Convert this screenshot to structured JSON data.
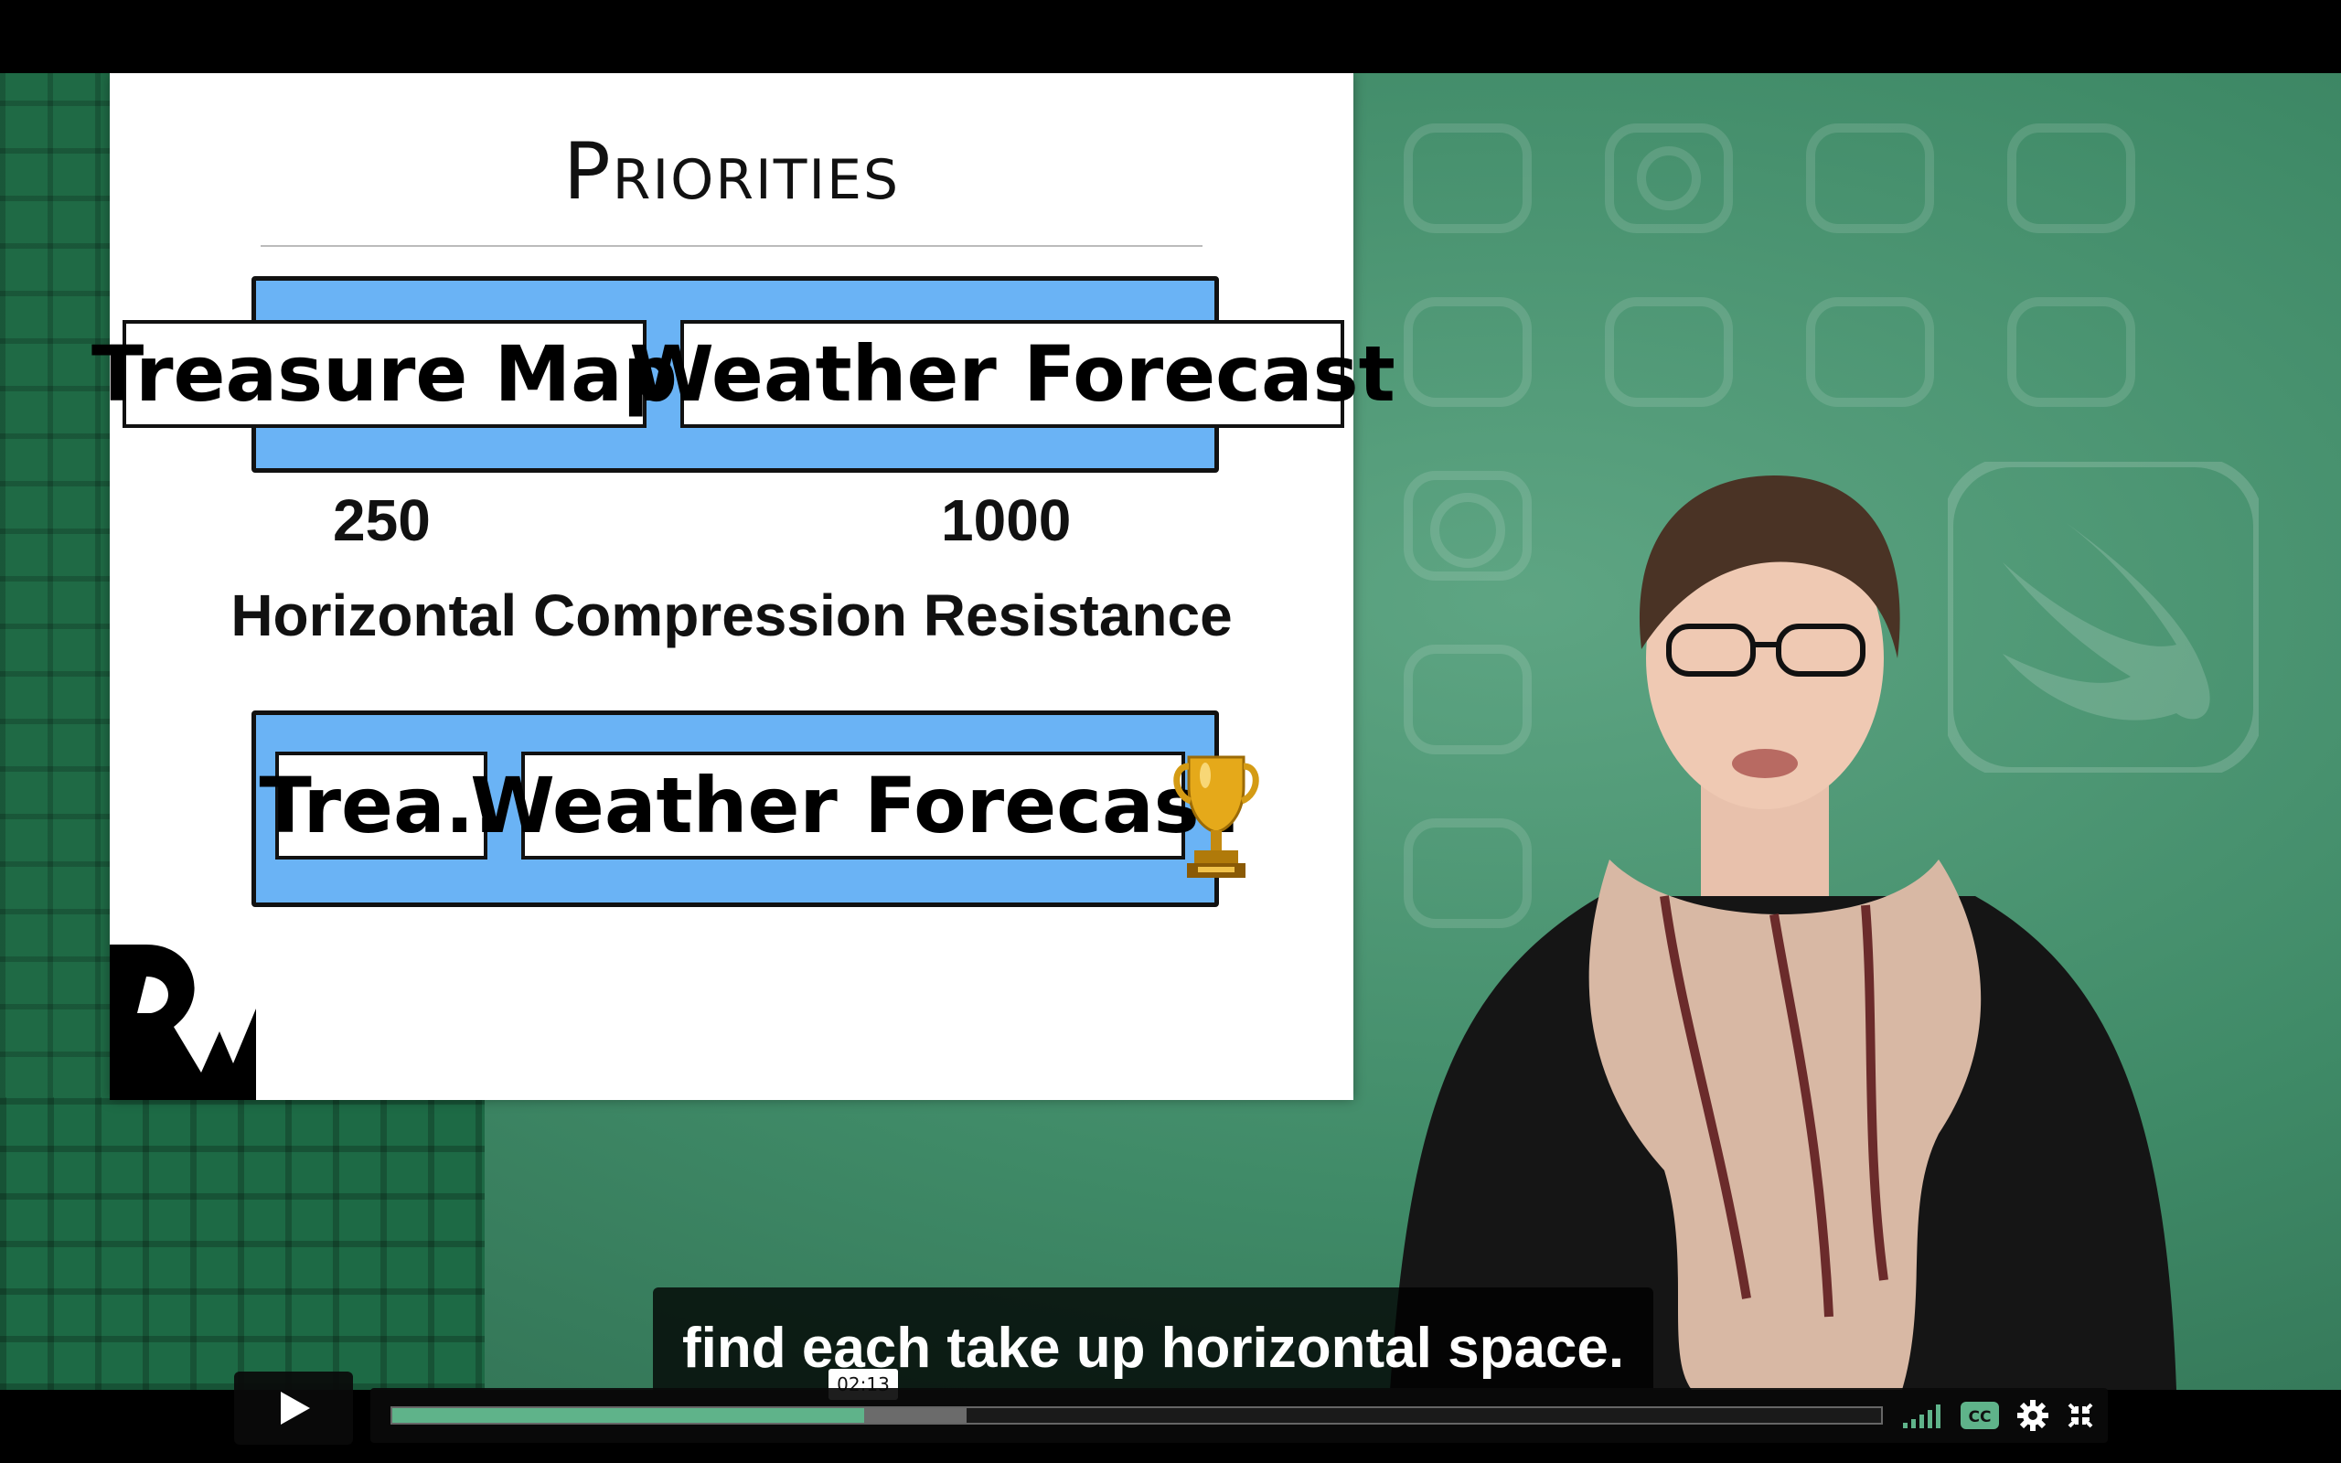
{
  "slide": {
    "title": "Priorities",
    "top_row": {
      "left_label": "Treasure Map",
      "right_label": "Weather Forecast"
    },
    "values": {
      "left": "250",
      "right": "1000"
    },
    "subtitle": "Horizontal Compression Resistance",
    "bottom_row": {
      "left_label": "Trea..",
      "right_label": "Weather Forecast"
    },
    "accent_blue": "#6ab3f5"
  },
  "caption": {
    "text": "find each take up horizontal space."
  },
  "player": {
    "play_icon": "play-icon",
    "current_time": "02:13",
    "progress": 0.317,
    "buffered": 0.386,
    "accent": "#5fb38a",
    "icons": [
      "volume-icon",
      "cc-icon",
      "gear-icon",
      "fullscreen-exit-icon"
    ]
  }
}
